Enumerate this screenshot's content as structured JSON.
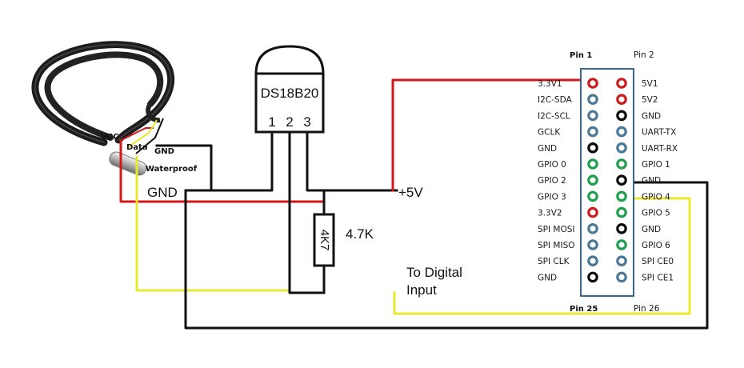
{
  "sensor": {
    "chip_label": "DS18B20",
    "pin_numbers": [
      "1",
      "2",
      "3"
    ],
    "wire_labels": {
      "vcc": "VCC",
      "data": "Data",
      "gnd": "GND",
      "waterproof": "Waterproof"
    }
  },
  "labels": {
    "gnd": "GND",
    "plus5v": "+5V",
    "resistor_value": "4.7K",
    "resistor_code": "4K7",
    "digital_input_line1": "To Digital",
    "digital_input_line2": "Input"
  },
  "header": {
    "pin1": "Pin 1",
    "pin2": "Pin 2",
    "pin25": "Pin 25",
    "pin26": "Pin 26",
    "left_pins": [
      "3.3V1",
      "I2C-SDA",
      "I2C-SCL",
      "GCLK",
      "GND",
      "GPIO 0",
      "GPIO 2",
      "GPIO 3",
      "3.3V2",
      "SPI MOSI",
      "SPI MISO",
      "SPI CLK",
      "GND"
    ],
    "right_pins": [
      "5V1",
      "5V2",
      "GND",
      "UART-TX",
      "UART-RX",
      "GPIO 1",
      "GND",
      "GPIO 4",
      "GPIO 5",
      "GND",
      "GPIO 6",
      "SPI CE0",
      "SPI CE1"
    ],
    "left_colors": [
      "red",
      "blue",
      "blue",
      "blue",
      "black",
      "green",
      "green",
      "green",
      "red",
      "blue",
      "blue",
      "blue",
      "black"
    ],
    "right_colors": [
      "red",
      "red",
      "black",
      "blue",
      "blue",
      "green",
      "black",
      "green",
      "green",
      "black",
      "green",
      "blue",
      "blue"
    ]
  },
  "colors": {
    "wire_red": "#d01818",
    "wire_black": "#111111",
    "wire_yellow": "#e8e830",
    "pin_red": "#cc1b1b",
    "pin_blue": "#4a7896",
    "pin_green": "#1e9e4e",
    "pin_black": "#0a0a0a"
  }
}
